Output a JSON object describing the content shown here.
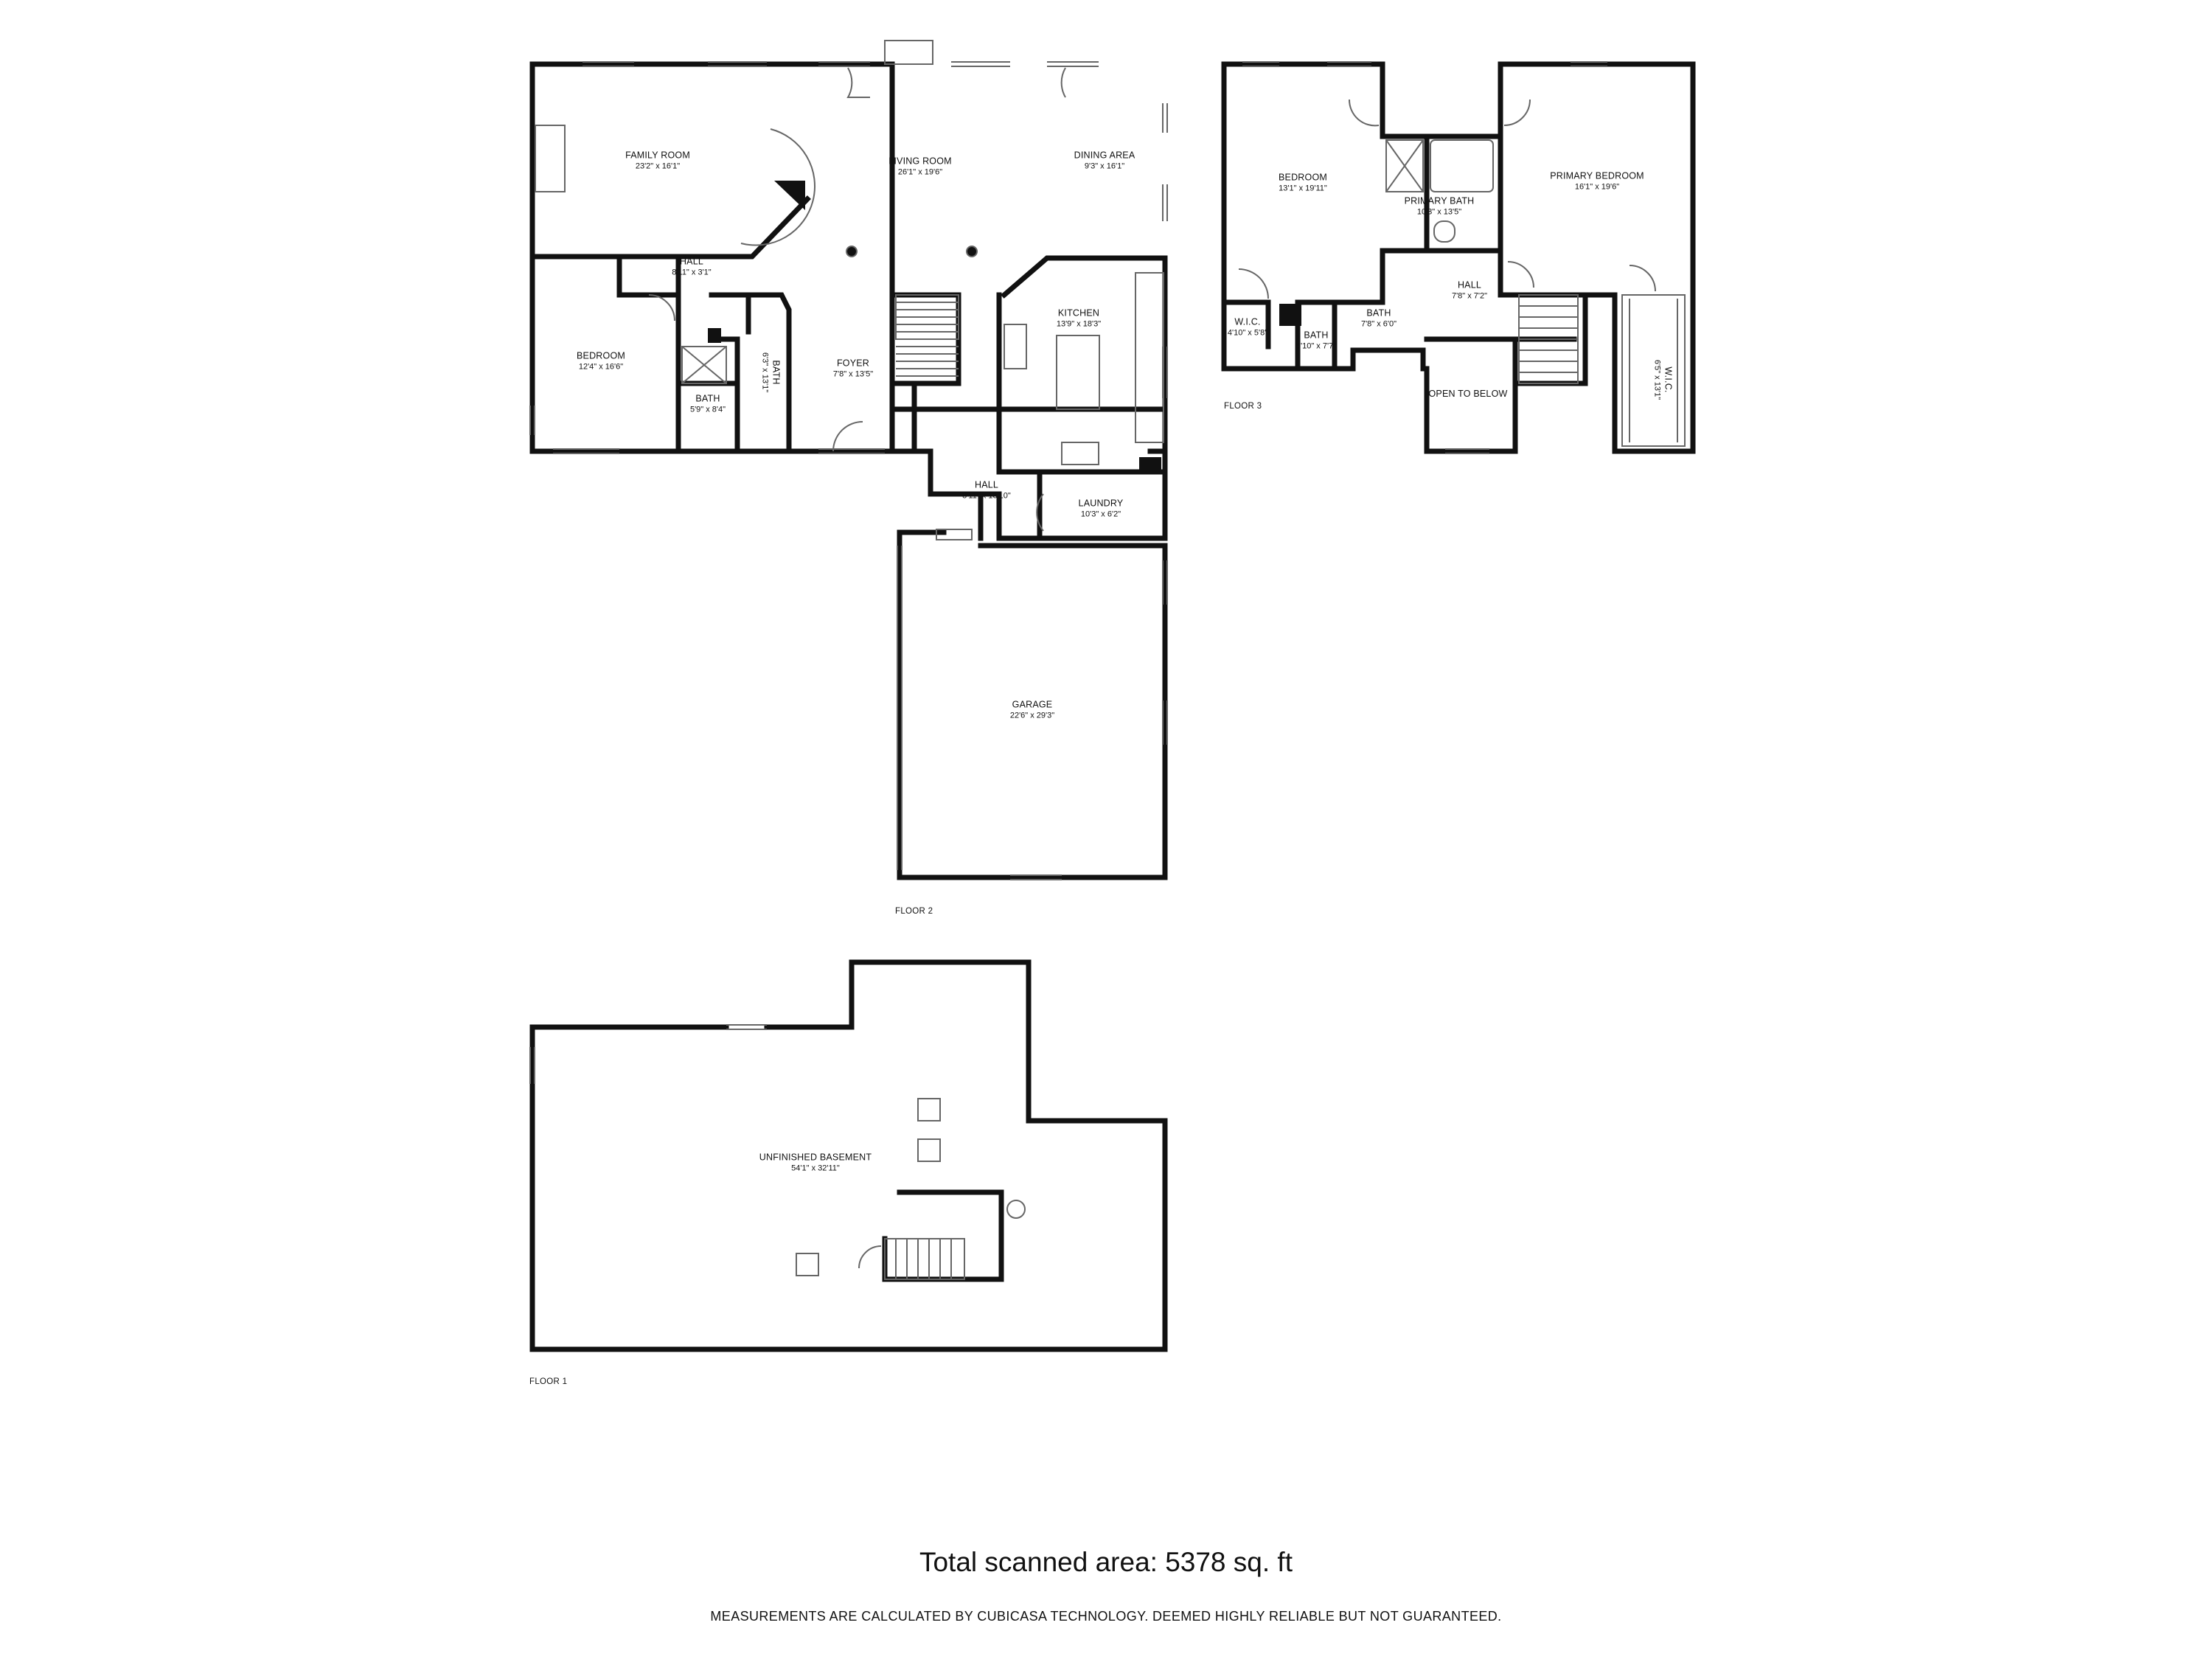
{
  "floors": {
    "floor2": "FLOOR 2",
    "floor3": "FLOOR 3",
    "floor1": "FLOOR 1"
  },
  "rooms": {
    "family_room": {
      "name": "FAMILY ROOM",
      "dims": "23'2\" x 16'1\""
    },
    "living_room": {
      "name": "LIVING ROOM",
      "dims": "26'1\" x 19'6\""
    },
    "dining_area": {
      "name": "DINING AREA",
      "dims": "9'3\" x 16'1\""
    },
    "hall_f2a": {
      "name": "HALL",
      "dims": "8'11\" x 3'1\""
    },
    "bedroom_f2": {
      "name": "BEDROOM",
      "dims": "12'4\" x 16'6\""
    },
    "bath_f2a": {
      "name": "BATH",
      "dims": "5'9\" x 8'4\""
    },
    "bath_f2b": {
      "name": "BATH",
      "dims": "6'3\" x 13'1\""
    },
    "foyer": {
      "name": "FOYER",
      "dims": "7'8\" x 13'5\""
    },
    "kitchen": {
      "name": "KITCHEN",
      "dims": "13'9\" x 18'3\""
    },
    "hall_f2b": {
      "name": "HALL",
      "dims": "8'11\" x 13'10\""
    },
    "laundry": {
      "name": "LAUNDRY",
      "dims": "10'3\" x 6'2\""
    },
    "garage": {
      "name": "GARAGE",
      "dims": "22'6\" x 29'3\""
    },
    "bedroom_f3": {
      "name": "BEDROOM",
      "dims": "13'1\" x 19'11\""
    },
    "primary_bath": {
      "name": "PRIMARY BATH",
      "dims": "10'3\" x 13'5\""
    },
    "primary_bedroom": {
      "name": "PRIMARY BEDROOM",
      "dims": "16'1\" x 19'6\""
    },
    "hall_f3": {
      "name": "HALL",
      "dims": "7'8\" x 7'2\""
    },
    "wic_f3a": {
      "name": "W.I.C.",
      "dims": "4'10\" x 5'8\""
    },
    "bath_f3a": {
      "name": "BATH",
      "dims": "5'10\" x 7'7\""
    },
    "bath_f3b": {
      "name": "BATH",
      "dims": "7'8\" x 6'0\""
    },
    "open_to_below": {
      "name": "OPEN TO BELOW",
      "dims": ""
    },
    "wic_f3b": {
      "name": "W.I.C.",
      "dims": "6'5\" x 13'1\""
    },
    "basement": {
      "name": "UNFINISHED BASEMENT",
      "dims": "54'1\" x 32'11\""
    }
  },
  "total_area": "Total scanned area: 5378 sq. ft",
  "disclaimer": "MEASUREMENTS ARE CALCULATED BY CUBICASA TECHNOLOGY. DEEMED HIGHLY RELIABLE BUT NOT GUARANTEED.",
  "colors": {
    "wall": "#111111",
    "background": "#ffffff",
    "fixture": "#666666"
  }
}
